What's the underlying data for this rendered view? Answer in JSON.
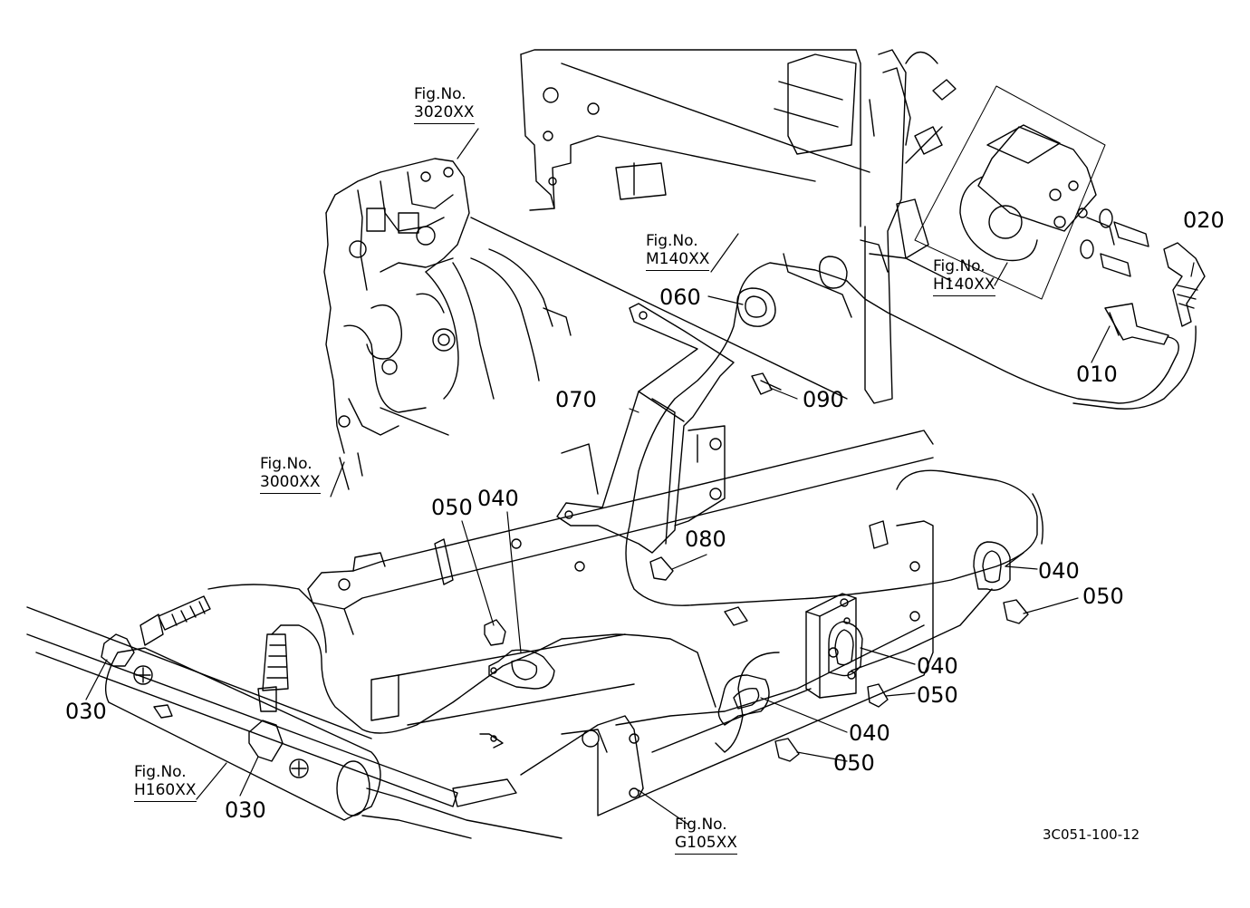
{
  "figure_refs": [
    {
      "title": "Fig.No.",
      "number": "3020XX"
    },
    {
      "title": "Fig.No.",
      "number": "M140XX"
    },
    {
      "title": "Fig.No.",
      "number": "H140XX"
    },
    {
      "title": "Fig.No.",
      "number": "3000XX"
    },
    {
      "title": "Fig.No.",
      "number": "H160XX"
    },
    {
      "title": "Fig.No.",
      "number": "G105XX"
    }
  ],
  "part_labels": [
    {
      "text": "020"
    },
    {
      "text": "060"
    },
    {
      "text": "010"
    },
    {
      "text": "090"
    },
    {
      "text": "070"
    },
    {
      "text": "080"
    },
    {
      "text": "050"
    },
    {
      "text": "040"
    },
    {
      "text": "040"
    },
    {
      "text": "050"
    },
    {
      "text": "040"
    },
    {
      "text": "050"
    },
    {
      "text": "040"
    },
    {
      "text": "050"
    },
    {
      "text": "030"
    },
    {
      "text": "030"
    }
  ],
  "drawing_code": "3C051-100-12",
  "colors": {
    "ink": "#000000",
    "paper": "#ffffff"
  }
}
